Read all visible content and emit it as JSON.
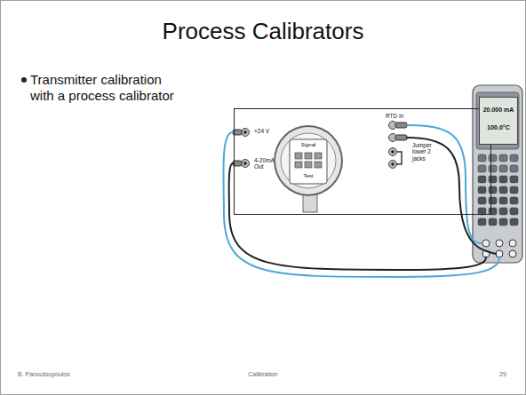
{
  "diagram": {
    "title": "Process Calibrators",
    "nodes": [
      {
        "text": [
          "+24 V",
          "4-20mA Out",
          "RTD In",
          "Jumper lower 2 jacks"
        ]
      },
      {
        "text": [
          "Signal",
          "Test"
        ],
        "in": 0
      },
      {
        "text": [
          "20.000 mA",
          "100.0°C"
        ]
      }
    ],
    "labels": [
      "Transmitter calibration with a process calibrator",
      "B. Panoutsopoulos",
      "Calibration",
      "29"
    ]
  }
}
